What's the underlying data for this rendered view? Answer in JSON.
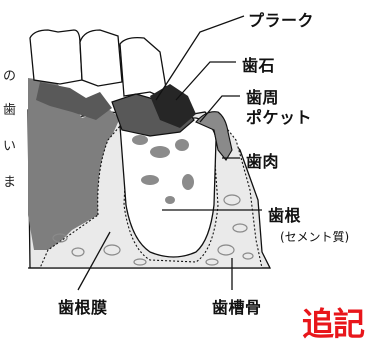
{
  "labels": {
    "plaque": "プラーク",
    "calculus": "歯石",
    "pocket_line1": "歯周",
    "pocket_line2": "ポケット",
    "gingiva": "歯肉",
    "root_line1": "歯根",
    "root_line2": "(セメント質)",
    "ligament": "歯根膜",
    "alveolar_bone": "歯槽骨"
  },
  "side_text": [
    "の",
    "歯",
    "い",
    "ま"
  ],
  "stamp_text": "追記",
  "colors": {
    "line": "#111111",
    "bone": "#e7e7e7",
    "gum_dark": "#7b7b7b",
    "calculus": "#262626",
    "stamp": "#e8161b"
  }
}
